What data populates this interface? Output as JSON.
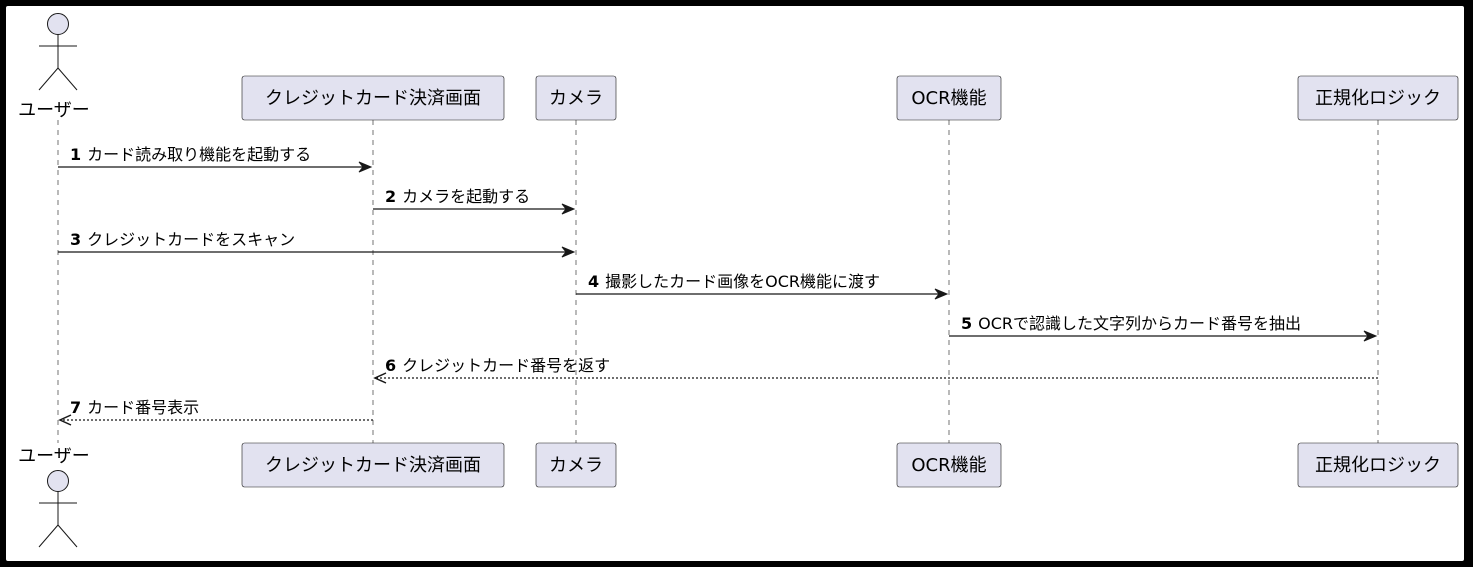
{
  "diagram": {
    "type": "sequence",
    "participants": [
      {
        "id": "user",
        "kind": "actor",
        "label": "ユーザー"
      },
      {
        "id": "screen",
        "kind": "participant",
        "label": "クレジットカード決済画面"
      },
      {
        "id": "camera",
        "kind": "participant",
        "label": "カメラ"
      },
      {
        "id": "ocr",
        "kind": "participant",
        "label": "OCR機能"
      },
      {
        "id": "norm",
        "kind": "participant",
        "label": "正規化ロジック"
      }
    ],
    "messages": [
      {
        "num": "1",
        "from": "user",
        "to": "screen",
        "text": "カード読み取り機能を起動する",
        "style": "solid"
      },
      {
        "num": "2",
        "from": "screen",
        "to": "camera",
        "text": "カメラを起動する",
        "style": "solid"
      },
      {
        "num": "3",
        "from": "user",
        "to": "camera",
        "text": "クレジットカードをスキャン",
        "style": "solid"
      },
      {
        "num": "4",
        "from": "camera",
        "to": "ocr",
        "text": "撮影したカード画像をOCR機能に渡す",
        "style": "solid"
      },
      {
        "num": "5",
        "from": "ocr",
        "to": "norm",
        "text": "OCRで認識した文字列からカード番号を抽出",
        "style": "solid"
      },
      {
        "num": "6",
        "from": "norm",
        "to": "screen",
        "text": "クレジットカード番号を返す",
        "style": "dashed"
      },
      {
        "num": "7",
        "from": "screen",
        "to": "user",
        "text": "カード番号表示",
        "style": "dashed"
      }
    ]
  }
}
